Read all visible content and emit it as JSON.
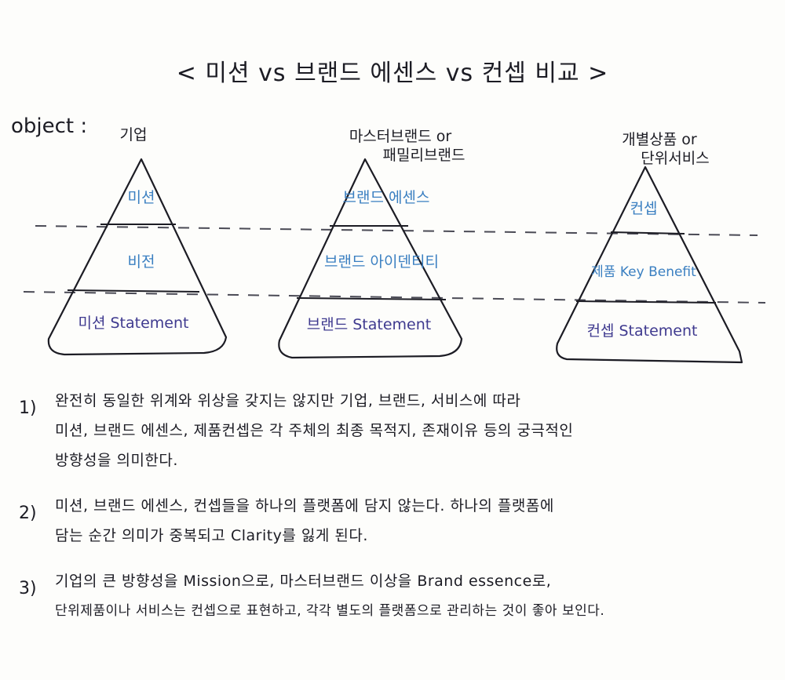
{
  "title": "< 미션 vs 브랜드 에센스 vs 컨셉 비교 >",
  "object_label": "object :",
  "colors": {
    "ink": "#1c1c24",
    "blue": "#3a7fc1",
    "purple": "#3f3a8f",
    "dash": "#4a4a55"
  },
  "pyramids": [
    {
      "top_label": [
        "기업"
      ],
      "layers": [
        {
          "text": "미션",
          "color": "#3a7fc1"
        },
        {
          "text": "비전",
          "color": "#3a7fc1"
        },
        {
          "text": "미션 Statement",
          "color": "#3f3a8f"
        }
      ]
    },
    {
      "top_label": [
        "마스터브랜드 or",
        "패밀리브랜드"
      ],
      "layers": [
        {
          "text": "브랜드 에센스",
          "color": "#3a7fc1"
        },
        {
          "text": "브랜드 아이덴티티",
          "color": "#3a7fc1"
        },
        {
          "text": "브랜드 Statement",
          "color": "#3f3a8f"
        }
      ]
    },
    {
      "top_label": [
        "개별상품 or",
        "단위서비스"
      ],
      "layers": [
        {
          "text": "컨셉",
          "color": "#3a7fc1"
        },
        {
          "text": "제품 Key Benefit",
          "color": "#3a7fc1"
        },
        {
          "text": "컨셉 Statement",
          "color": "#3f3a8f"
        }
      ]
    }
  ],
  "notes": [
    {
      "num": "1)",
      "lines": [
        "완전히 동일한 위계와 위상을 갖지는 않지만 기업, 브랜드, 서비스에 따라",
        "미션, 브랜드 에센스, 제품컨셉은 각 주체의 최종 목적지, 존재이유 등의 궁극적인",
        "방향성을 의미한다."
      ]
    },
    {
      "num": "2)",
      "lines": [
        "미션, 브랜드 에센스, 컨셉들을 하나의 플랫폼에 담지 않는다. 하나의 플랫폼에",
        "담는 순간 의미가 중복되고 Clarity를 잃게 된다."
      ]
    },
    {
      "num": "3)",
      "lines": [
        "기업의 큰 방향성을 Mission으로, 마스터브랜드 이상을 Brand essence로,",
        "단위제품이나 서비스는 컨셉으로 표현하고, 각각 별도의 플랫폼으로 관리하는 것이 좋아 보인다."
      ]
    }
  ]
}
